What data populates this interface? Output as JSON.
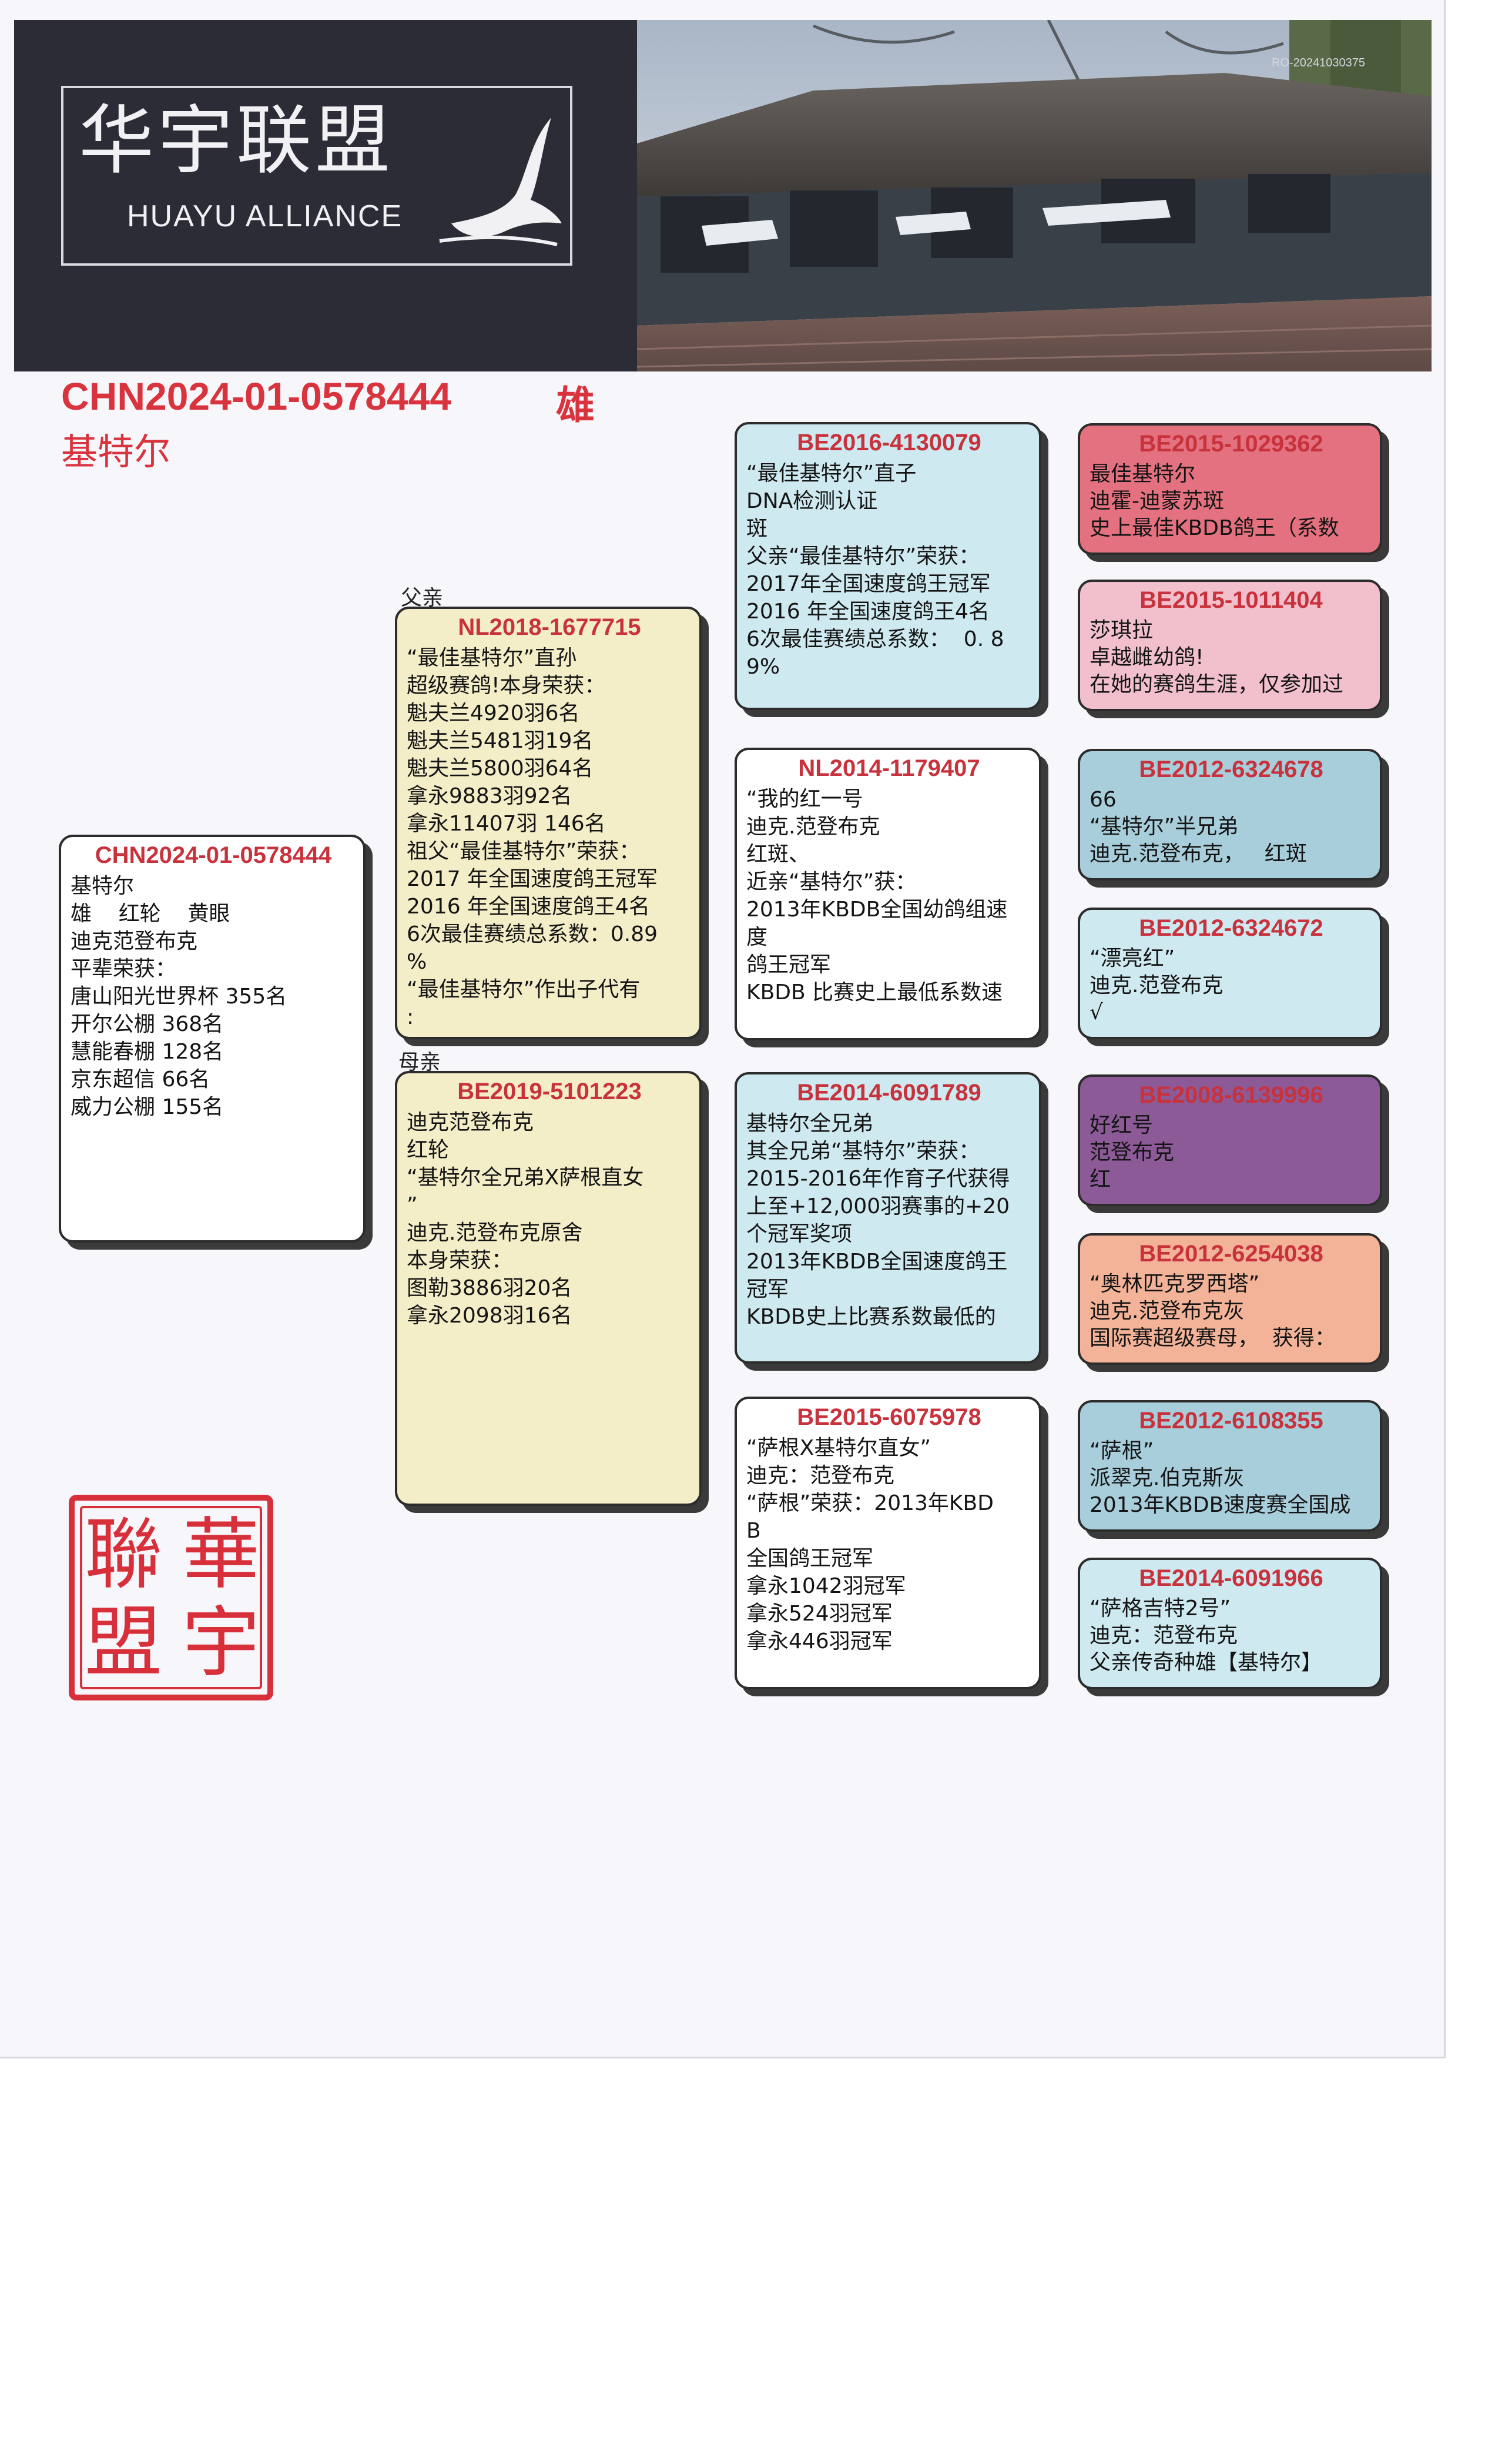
{
  "header": {
    "logo_cn": "华宇联盟",
    "logo_en": "HUAYU ALLIANCE",
    "photo_code": "RO-20241030375"
  },
  "subject": {
    "ring": "CHN2024-01-0578444",
    "sex": "雄",
    "name": "基特尔"
  },
  "labels": {
    "sire": "父亲",
    "dam": "母亲"
  },
  "seal_text": [
    "華",
    "宇",
    "聯",
    "盟"
  ],
  "colors": {
    "title_red": "#d9343e",
    "id_red": "#c8323c"
  },
  "pigeons": {
    "self": {
      "id": "CHN2024-01-0578444",
      "lines": [
        "基特尔",
        "雄    红轮    黄眼",
        "迪克范登布克",
        "平辈荣获：",
        "唐山阳光世界杯 355名",
        "开尔公棚 368名",
        "慧能春棚 128名",
        "京东超信 66名",
        "威力公棚 155名"
      ]
    },
    "sire": {
      "id": "NL2018-1677715",
      "lines": [
        "“最佳基特尔”直孙",
        "超级赛鸽!本身荣获：",
        "魁夫兰4920羽6名",
        "魁夫兰5481羽19名",
        "魁夫兰5800羽64名",
        "拿永9883羽92名",
        "拿永11407羽 146名",
        "祖父“最佳基特尔”荣获：",
        "2017 年全国速度鸽王冠军",
        "2016 年全国速度鸽王4名",
        "6次最佳赛绩总系数：0.89",
        "%",
        "“最佳基特尔”作出子代有",
        ":"
      ]
    },
    "dam": {
      "id": "BE2019-5101223",
      "lines": [
        "迪克范登布克",
        "红轮",
        "“基特尔全兄弟X萨根直女",
        "”",
        "迪克.范登布克原舍",
        "本身荣获：",
        "图勒3886羽20名",
        "拿永2098羽16名"
      ]
    },
    "ss": {
      "id": "BE2016-4130079",
      "lines": [
        "“最佳基特尔”直子",
        "DNA检测认证",
        "斑",
        "父亲“最佳基特尔”荣获：",
        "2017年全国速度鸽王冠军",
        "2016 年全国速度鸽王4名",
        "6次最佳赛绩总系数：  0. 8",
        "9%"
      ]
    },
    "sd": {
      "id": "NL2014-1179407",
      "lines": [
        "“我的红一号",
        "迪克.范登布克",
        "红斑、",
        "近亲“基特尔”获：",
        "2013年KBDB全国幼鸽组速",
        "度",
        "鸽王冠军",
        "KBDB 比赛史上最低系数速"
      ]
    },
    "ds": {
      "id": "BE2014-6091789",
      "lines": [
        "基特尔全兄弟",
        "其全兄弟“基特尔”荣获：",
        "2015-2016年作育子代获得",
        "上至+12,000羽赛事的+20",
        "个冠军奖项",
        "2013年KBDB全国速度鸽王",
        "冠军",
        "KBDB史上比赛系数最低的"
      ]
    },
    "dd": {
      "id": "BE2015-6075978",
      "lines": [
        "“萨根X基特尔直女”",
        "迪克：范登布克",
        "“萨根”荣获：2013年KBD",
        "B",
        "全国鸽王冠军",
        "拿永1042羽冠军",
        "拿永524羽冠军",
        "拿永446羽冠军"
      ]
    },
    "sss": {
      "id": "BE2015-1029362",
      "lines": [
        "最佳基特尔",
        "迪霍-迪蒙苏斑",
        "史上最佳KBDB鸽王（系数"
      ]
    },
    "ssd": {
      "id": "BE2015-1011404",
      "lines": [
        "莎琪拉",
        "卓越雌幼鸽!",
        "在她的赛鸽生涯，仅参加过"
      ]
    },
    "sds": {
      "id": "BE2012-6324678",
      "lines": [
        "66",
        "“基特尔”半兄弟",
        "迪克.范登布克，   红斑"
      ]
    },
    "sdd": {
      "id": "BE2012-6324672",
      "lines": [
        "“漂亮红”",
        "迪克.范登布克",
        "√"
      ]
    },
    "dss": {
      "id": "BE2008-6139996",
      "lines": [
        "好红号",
        "范登布克",
        "红"
      ]
    },
    "dsd": {
      "id": "BE2012-6254038",
      "lines": [
        "“奥林匹克罗西塔”",
        "迪克.范登布克灰",
        "国际赛超级赛母，  获得："
      ]
    },
    "dds": {
      "id": "BE2012-6108355",
      "lines": [
        "“萨根”",
        "派翠克.伯克斯灰",
        "2013年KBDB速度赛全国成"
      ]
    },
    "ddd": {
      "id": "BE2014-6091966",
      "lines": [
        "“萨格吉特2号”",
        "迪克：范登布克",
        "父亲传奇种雄【基特尔】"
      ]
    }
  }
}
